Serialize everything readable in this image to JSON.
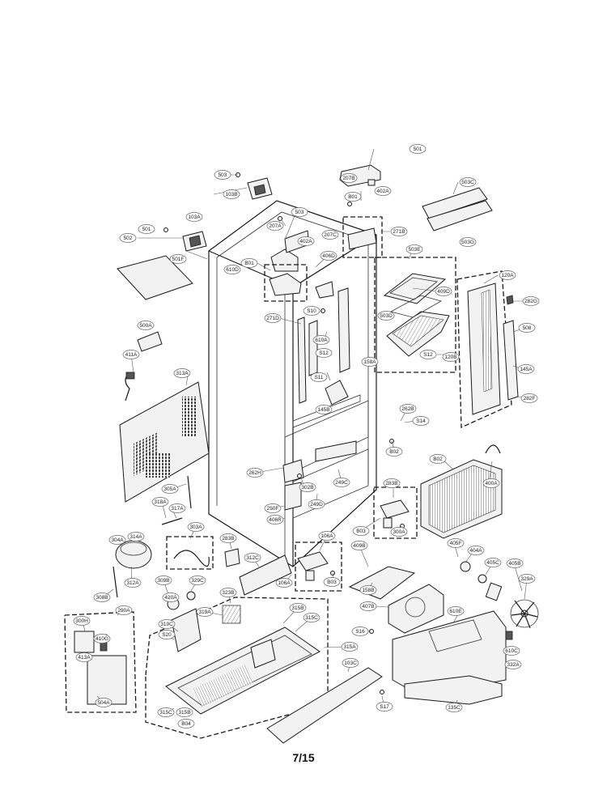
{
  "page_number": "7/15",
  "callouts": [
    "503",
    "501",
    "207B",
    "103B",
    "402A",
    "B01",
    "503C",
    "503",
    "103A",
    "207A",
    "271B",
    "501",
    "502",
    "402A",
    "207C",
    "501F",
    "406D",
    "610D",
    "B01",
    "503E",
    "503G",
    "120A",
    "409D",
    "282G",
    "503D",
    "S10",
    "271D",
    "508",
    "500A",
    "610A",
    "S12",
    "158A",
    "S12",
    "120B",
    "411A",
    "145A",
    "313A",
    "S11",
    "145B",
    "282F",
    "262B",
    "S14",
    "B02",
    "262H",
    "302B",
    "B02",
    "249C",
    "305A",
    "400A",
    "318A",
    "317A",
    "250F",
    "249D",
    "283B",
    "406R",
    "303A",
    "106A",
    "B03",
    "300A",
    "314A",
    "304A",
    "283B",
    "409B",
    "405F",
    "404A",
    "312C",
    "308B",
    "312A",
    "309B",
    "329C",
    "106A",
    "B03",
    "405C",
    "405B",
    "420A",
    "323B",
    "158B",
    "329A",
    "290A",
    "319A",
    "315B",
    "407B",
    "315C",
    "300H",
    "319C",
    "S20",
    "610E",
    "S16",
    "410G",
    "315A",
    "413A",
    "103C",
    "610C",
    "332A",
    "504A",
    "315C",
    "315B",
    "135C",
    "B04",
    "S17"
  ],
  "icons": [
    "refrigerator-cabinet",
    "control-board",
    "fan-blade",
    "compressor",
    "evaporator",
    "drain-pan"
  ]
}
